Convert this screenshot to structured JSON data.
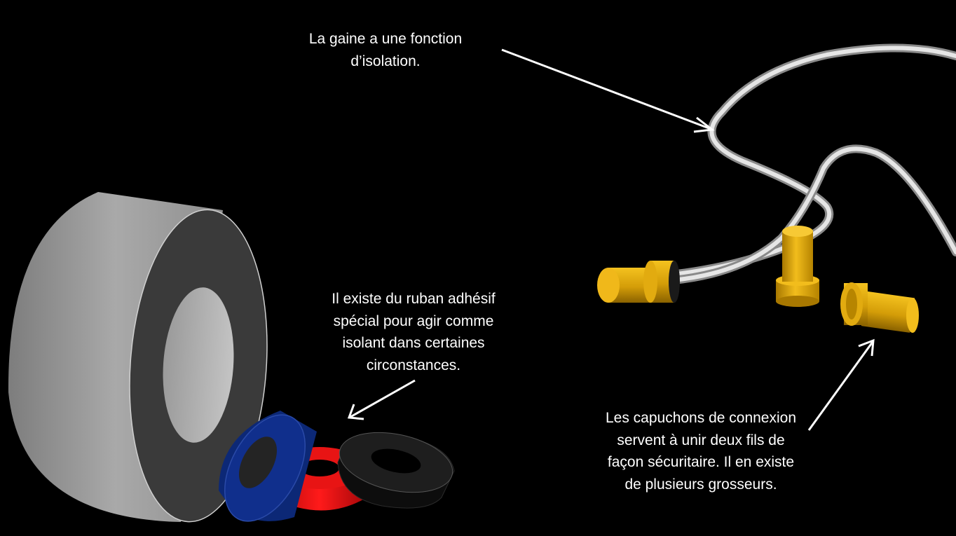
{
  "captions": {
    "sheath": {
      "lines": [
        "La gaine a une fonction",
        "d’isolation."
      ]
    },
    "tape": {
      "lines": [
        "Il existe du ruban adhésif",
        "spécial pour agir comme",
        "isolant dans certaines",
        "circonstances."
      ]
    },
    "caps": {
      "lines": [
        "Les capuchons de connexion",
        "servent à unir deux fils de",
        "façon sécuritaire. Il en existe",
        "de plusieurs grosseurs."
      ]
    }
  },
  "colors": {
    "background": "#000000",
    "text": "#ffffff",
    "gray_tape": "#a8a8a8",
    "blue_tape": "#0b2a7a",
    "red_tape": "#d40f12",
    "black_tape": "#151515",
    "wire_sheath": "#c8c8c8",
    "connector_cap": "#d9a20a"
  }
}
